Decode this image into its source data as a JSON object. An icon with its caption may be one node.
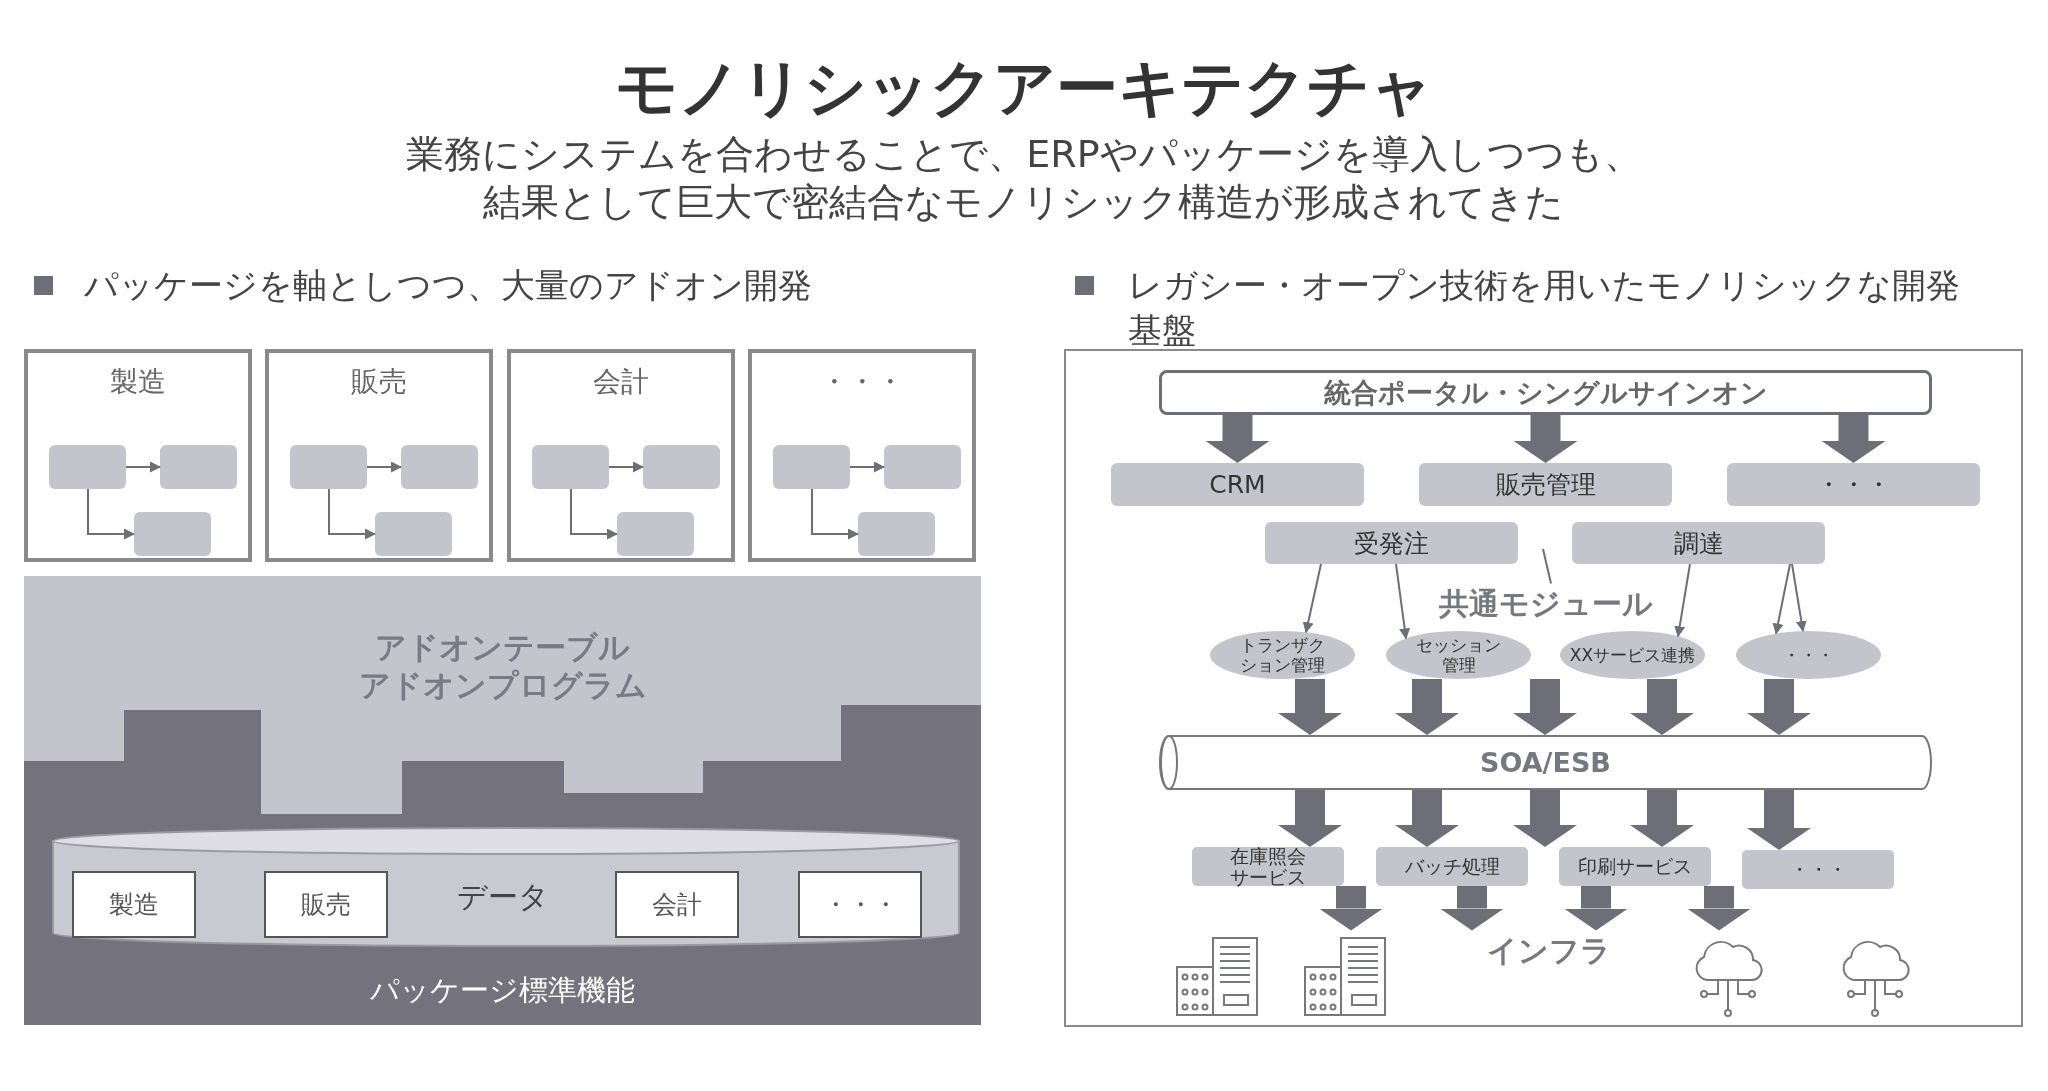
{
  "diagram": {
    "title": "モノリシックアーキテクチャ",
    "nodes": [
      {
        "text": [
          "製造"
        ]
      },
      {
        "text": [],
        "shape": "box",
        "in": 0
      },
      {
        "text": [],
        "shape": "box",
        "in": 0
      },
      {
        "text": [],
        "shape": "box",
        "in": 0
      },
      {
        "text": [
          "販売"
        ]
      },
      {
        "text": [],
        "shape": "box",
        "in": 4
      },
      {
        "text": [],
        "shape": "box",
        "in": 4
      },
      {
        "text": [],
        "shape": "box",
        "in": 4
      },
      {
        "text": [
          "会計"
        ]
      },
      {
        "text": [],
        "shape": "box",
        "in": 8
      },
      {
        "text": [],
        "shape": "box",
        "in": 8
      },
      {
        "text": [],
        "shape": "box",
        "in": 8
      },
      {
        "text": [
          "・・・"
        ]
      },
      {
        "text": [],
        "shape": "box",
        "in": 12
      },
      {
        "text": [],
        "shape": "box",
        "in": 12
      },
      {
        "text": [],
        "shape": "box",
        "in": 12
      },
      {
        "text": [
          "アドオンテーブル",
          "アドオンプログラム"
        ]
      },
      {
        "text": [
          "パッケージ標準機能"
        ]
      },
      {
        "text": [
          "データ"
        ],
        "in": 17
      },
      {
        "text": [
          "製造"
        ],
        "in": 18
      },
      {
        "text": [
          "販売"
        ],
        "in": 18
      },
      {
        "text": [
          "会計"
        ],
        "in": 18
      },
      {
        "text": [
          "・・・"
        ],
        "in": 18
      },
      {
        "text": [],
        "shape": "box"
      },
      {
        "text": [
          "統合ポータル・シングルサインオン"
        ],
        "in": 23
      },
      {
        "text": [
          "CRM"
        ],
        "in": 23
      },
      {
        "text": [
          "販売管理"
        ],
        "in": 23
      },
      {
        "text": [
          "・・・"
        ],
        "in": 23
      },
      {
        "text": [
          "受発注"
        ],
        "in": 23
      },
      {
        "text": [
          "調達"
        ],
        "in": 23
      },
      {
        "text": [
          "共通モジュール"
        ],
        "in": 23
      },
      {
        "text": [
          "トランザクション管理"
        ],
        "in": 23
      },
      {
        "text": [
          "セッション管理"
        ],
        "in": 23
      },
      {
        "text": [
          "XXサービス連携"
        ],
        "in": 23
      },
      {
        "text": [
          "・・・"
        ],
        "in": 23
      },
      {
        "text": [
          "SOA/ESB"
        ],
        "in": 23
      },
      {
        "text": [
          "在庫照会サービス"
        ],
        "in": 23
      },
      {
        "text": [
          "バッチ処理"
        ],
        "in": 23
      },
      {
        "text": [
          "印刷サービス"
        ],
        "in": 23
      },
      {
        "text": [
          "・・・"
        ],
        "in": 23
      },
      {
        "text": [
          "インフラ"
        ],
        "in": 23
      }
    ],
    "edges": [
      {
        "from": 1,
        "to": 2,
        "arrow": "to"
      },
      {
        "from": 1,
        "to": 3,
        "arrow": "to"
      },
      {
        "from": 5,
        "to": 6,
        "arrow": "to"
      },
      {
        "from": 5,
        "to": 7,
        "arrow": "to"
      },
      {
        "from": 9,
        "to": 10,
        "arrow": "to"
      },
      {
        "from": 9,
        "to": 11,
        "arrow": "to"
      },
      {
        "from": 13,
        "to": 14,
        "arrow": "to"
      },
      {
        "from": 13,
        "to": 15,
        "arrow": "to"
      },
      {
        "from": 24,
        "to": 25,
        "arrow": "to"
      },
      {
        "from": 24,
        "to": 26,
        "arrow": "to"
      },
      {
        "from": 24,
        "to": 27,
        "arrow": "to"
      },
      {
        "from": 28,
        "to": 31,
        "arrow": "to"
      },
      {
        "from": 28,
        "to": 32,
        "arrow": "to"
      },
      {
        "from": 29,
        "to": 33,
        "arrow": "to"
      },
      {
        "from": 29,
        "to": 34,
        "arrow": "to"
      },
      {
        "from": 29,
        "to": 34,
        "arrow": "to"
      },
      {
        "from": null,
        "to": 30,
        "arrow": "none"
      },
      {
        "from": 31,
        "to": 35,
        "arrow": "to"
      },
      {
        "from": 32,
        "to": 35,
        "arrow": "to"
      },
      {
        "from": 32,
        "to": 35,
        "arrow": "to"
      },
      {
        "from": 33,
        "to": 35,
        "arrow": "to"
      },
      {
        "from": 34,
        "to": 35,
        "arrow": "to"
      },
      {
        "from": 35,
        "to": 36,
        "arrow": "to"
      },
      {
        "from": 35,
        "to": 37,
        "arrow": "to"
      },
      {
        "from": 35,
        "to": 37,
        "arrow": "to"
      },
      {
        "from": 35,
        "to": 38,
        "arrow": "to"
      },
      {
        "from": 35,
        "to": 39,
        "arrow": "to"
      },
      {
        "from": 36,
        "to": 40,
        "arrow": "to"
      },
      {
        "from": 37,
        "to": 40,
        "arrow": "to"
      },
      {
        "from": 38,
        "to": 40,
        "arrow": "to"
      },
      {
        "from": 38,
        "to": 40,
        "arrow": "to"
      }
    ],
    "labels": [
      "業務にシステムを合わせることで、ERPやパッケージを導入しつつも、結果として巨大で密結合なモノリシック構造が形成されてきた",
      "パッケージを軸としつつ、大量のアドオン開発",
      "レガシー・オープン技術を用いたモノリシックな開発基盤"
    ]
  }
}
